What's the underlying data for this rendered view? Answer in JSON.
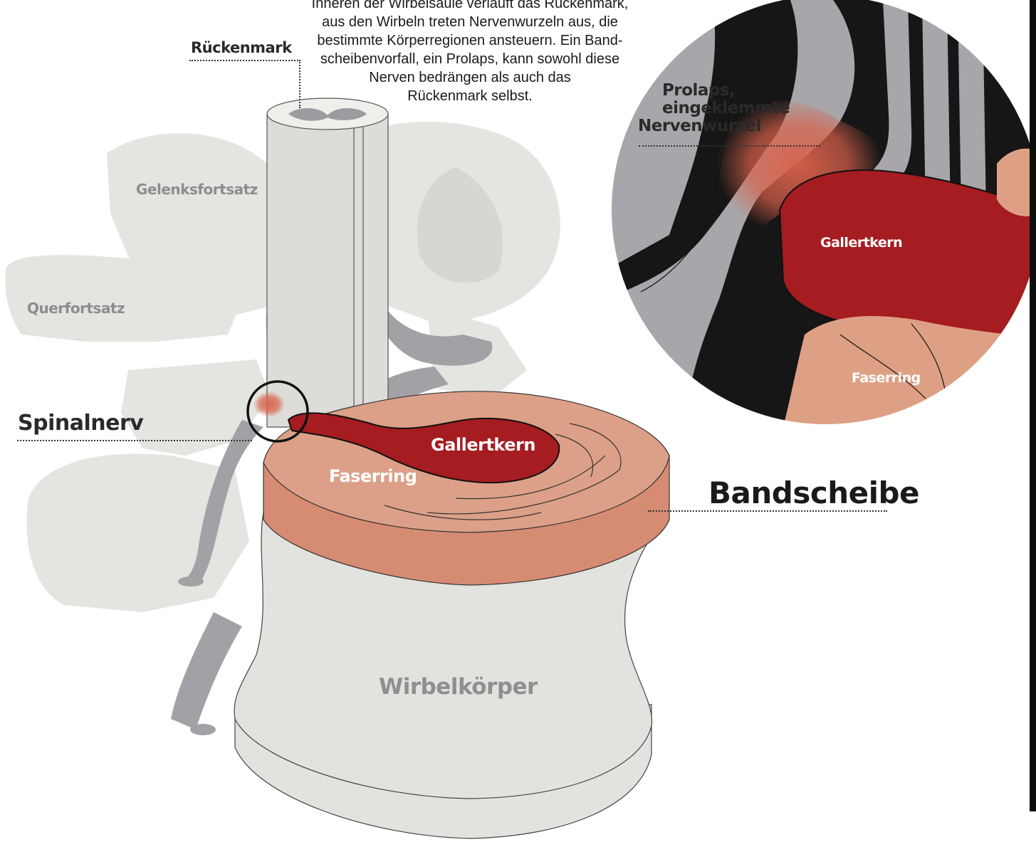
{
  "caption": {
    "lines": [
      "Inneren der Wirbelsäule verläuft das Rückenmark,",
      "aus den Wirbeln treten Nervenwurzeln aus, die",
      "bestimmte Körperregionen ansteuern. Ein Band-",
      "scheibenvorfall, ein Prolaps, kann sowohl diese",
      "Nerven bedrängen als auch das",
      "Rückenmark selbst."
    ]
  },
  "labels": {
    "rueckenmark": "Rückenmark",
    "gelenksfortsatz": "Gelenksfortsatz",
    "querfortsatz": "Querfortsatz",
    "spinalnerv": "Spinalnerv",
    "gallertkern": "Gallertkern",
    "faserring": "Faserring",
    "bandscheibe": "Bandscheibe",
    "wirbelkoerper": "Wirbelkörper"
  },
  "detail": {
    "prolaps": [
      "Prolaps,",
      "eingeklemmte",
      "Nervenwurzel"
    ],
    "gallertkern": "Gallertkern",
    "faserring": "Faserring"
  },
  "colors": {
    "bone": "#e2e2df",
    "nerve": "#a09ea2",
    "disc_ring": "#d9917a",
    "disc_top": "#dca088",
    "nucleus": "#a51c21",
    "prolaps": "#d8614a",
    "detail_dark": "#161616"
  }
}
